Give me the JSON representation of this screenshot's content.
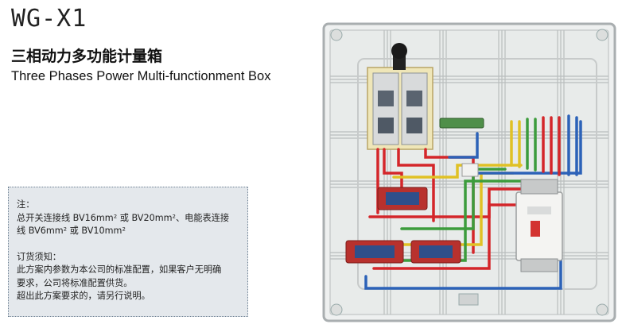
{
  "model": "WG-X1",
  "title_cn": "三相动力多功能计量箱",
  "title_en": "Three Phases Power Multi-functionment Box",
  "notes": {
    "heading": "注：",
    "line1": "总开关连接线 BV16mm² 或 BV20mm²、电能表连接",
    "line2": "线 BV6mm² 或 BV10mm²",
    "order_heading": "订货须知：",
    "order_line1": "此方案内参数为本公司的标准配置，如果客户无明确",
    "order_line2": "要求，公司将标准配置供货。",
    "order_line3": "超出此方案要求的，请另行说明。"
  }
}
